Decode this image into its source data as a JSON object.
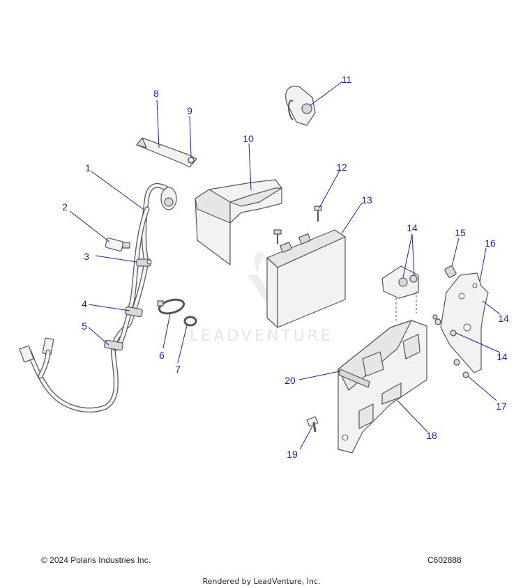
{
  "watermark": {
    "text": "LEADVENTURE"
  },
  "callouts": [
    {
      "id": "1",
      "label": "1"
    },
    {
      "id": "2",
      "label": "2"
    },
    {
      "id": "3",
      "label": "3"
    },
    {
      "id": "4",
      "label": "4"
    },
    {
      "id": "5",
      "label": "5"
    },
    {
      "id": "6",
      "label": "6"
    },
    {
      "id": "7",
      "label": "7"
    },
    {
      "id": "8",
      "label": "8"
    },
    {
      "id": "9",
      "label": "9"
    },
    {
      "id": "10",
      "label": "10"
    },
    {
      "id": "11",
      "label": "11"
    },
    {
      "id": "12",
      "label": "12"
    },
    {
      "id": "13",
      "label": "13"
    },
    {
      "id": "14a",
      "label": "14"
    },
    {
      "id": "14b",
      "label": "14"
    },
    {
      "id": "14c",
      "label": "14"
    },
    {
      "id": "15",
      "label": "15"
    },
    {
      "id": "16",
      "label": "16"
    },
    {
      "id": "17",
      "label": "17"
    },
    {
      "id": "18",
      "label": "18"
    },
    {
      "id": "19",
      "label": "19"
    },
    {
      "id": "20",
      "label": "20"
    }
  ],
  "footer": {
    "copyright": "© 2024 Polaris Industries Inc.",
    "diagram_code": "C602888",
    "rendered_by": "Rendered by LeadVenture, Inc."
  },
  "colors": {
    "callout": "#1a1ad0",
    "line_art": "#555555"
  }
}
